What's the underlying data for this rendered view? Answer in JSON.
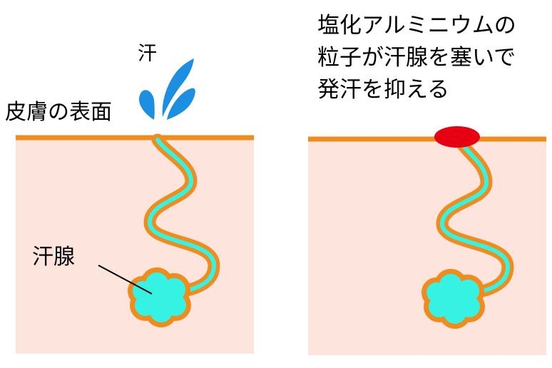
{
  "labels": {
    "sweat": "汗",
    "skin_surface": "皮膚の表面",
    "sweat_gland": "汗腺"
  },
  "caption": [
    "塩化アルミニウムの",
    "粒子が汗腺を塞いで",
    "発汗を抑える"
  ],
  "colors": {
    "skin_fill": "#fde4dd",
    "skin_surface_line": "#f08c1e",
    "duct_outline": "#f08c1e",
    "duct_inner": "#36f2e3",
    "sweat_drop": "#1c8fe0",
    "aluminum_plug": "#e60012"
  }
}
